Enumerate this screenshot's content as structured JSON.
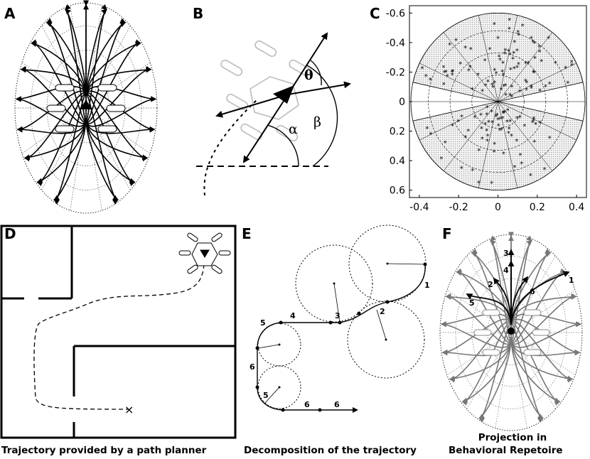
{
  "panels": {
    "a": {
      "label": "A"
    },
    "b": {
      "label": "B",
      "theta": "θ",
      "alpha": "α",
      "beta": "β"
    },
    "c": {
      "label": "C",
      "xticks": [
        "-0.4",
        "-0.2",
        "0",
        "0.2",
        "0.4"
      ],
      "yticks": [
        "0.6",
        "0.4",
        "0.2",
        "0",
        "-0.2",
        "-0.4",
        "-0.6"
      ]
    },
    "d": {
      "label": "D",
      "caption": "Trajectory provided by a path planner"
    },
    "e": {
      "label": "E",
      "caption": "Decomposition of the trajectory",
      "segments": [
        "1",
        "2",
        "3",
        "4",
        "5",
        "6",
        "5",
        "6",
        "6"
      ]
    },
    "f": {
      "label": "F",
      "caption_line1": "Projection in",
      "caption_line2": "Behavioral Repetoire",
      "arrow_labels": [
        "1",
        "2",
        "3",
        "4",
        "5",
        "6"
      ]
    }
  },
  "chart_data": {
    "type": "scatter",
    "title": "",
    "xlabel": "",
    "ylabel": "",
    "xlim": [
      -0.45,
      0.45
    ],
    "ylim": [
      -0.65,
      0.65
    ],
    "xticks": [
      -0.4,
      -0.2,
      0,
      0.2,
      0.4
    ],
    "yticks": [
      -0.6,
      -0.4,
      -0.2,
      0,
      0.2,
      0.4,
      0.6
    ],
    "grid": false,
    "series": [
      {
        "marker": "*",
        "region": "upper and lower lobes of reachable area, points spread across sectors"
      }
    ]
  },
  "colors": {
    "ink": "#000000",
    "grey": "#777777",
    "light": "#bbbbbb",
    "shade": "#dddddd"
  }
}
